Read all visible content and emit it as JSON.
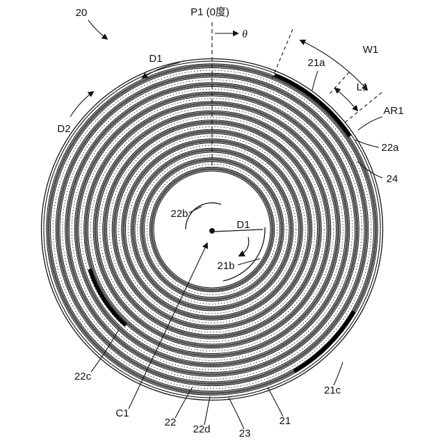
{
  "figure": {
    "type": "patent-spiral-wound-body-diagram",
    "background": "#ffffff",
    "line_color": "#111111",
    "stripe_color": "#000000"
  },
  "labels": {
    "ref_20": "20",
    "p1_axis": "P1 (0度)",
    "theta": "θ",
    "d1_outer": "D1",
    "d2": "D2",
    "w1": "W1",
    "ref_21a": "21a",
    "l1": "L1",
    "ar1": "AR1",
    "ref_22a": "22a",
    "ref_24": "24",
    "ref_22b": "22b",
    "d1_inner": "D1",
    "ref_21b": "21b",
    "ref_22c": "22c",
    "c1": "C1",
    "ref_22": "22",
    "ref_22d": "22d",
    "ref_23": "23",
    "ref_21": "21",
    "ref_21c": "21c"
  }
}
